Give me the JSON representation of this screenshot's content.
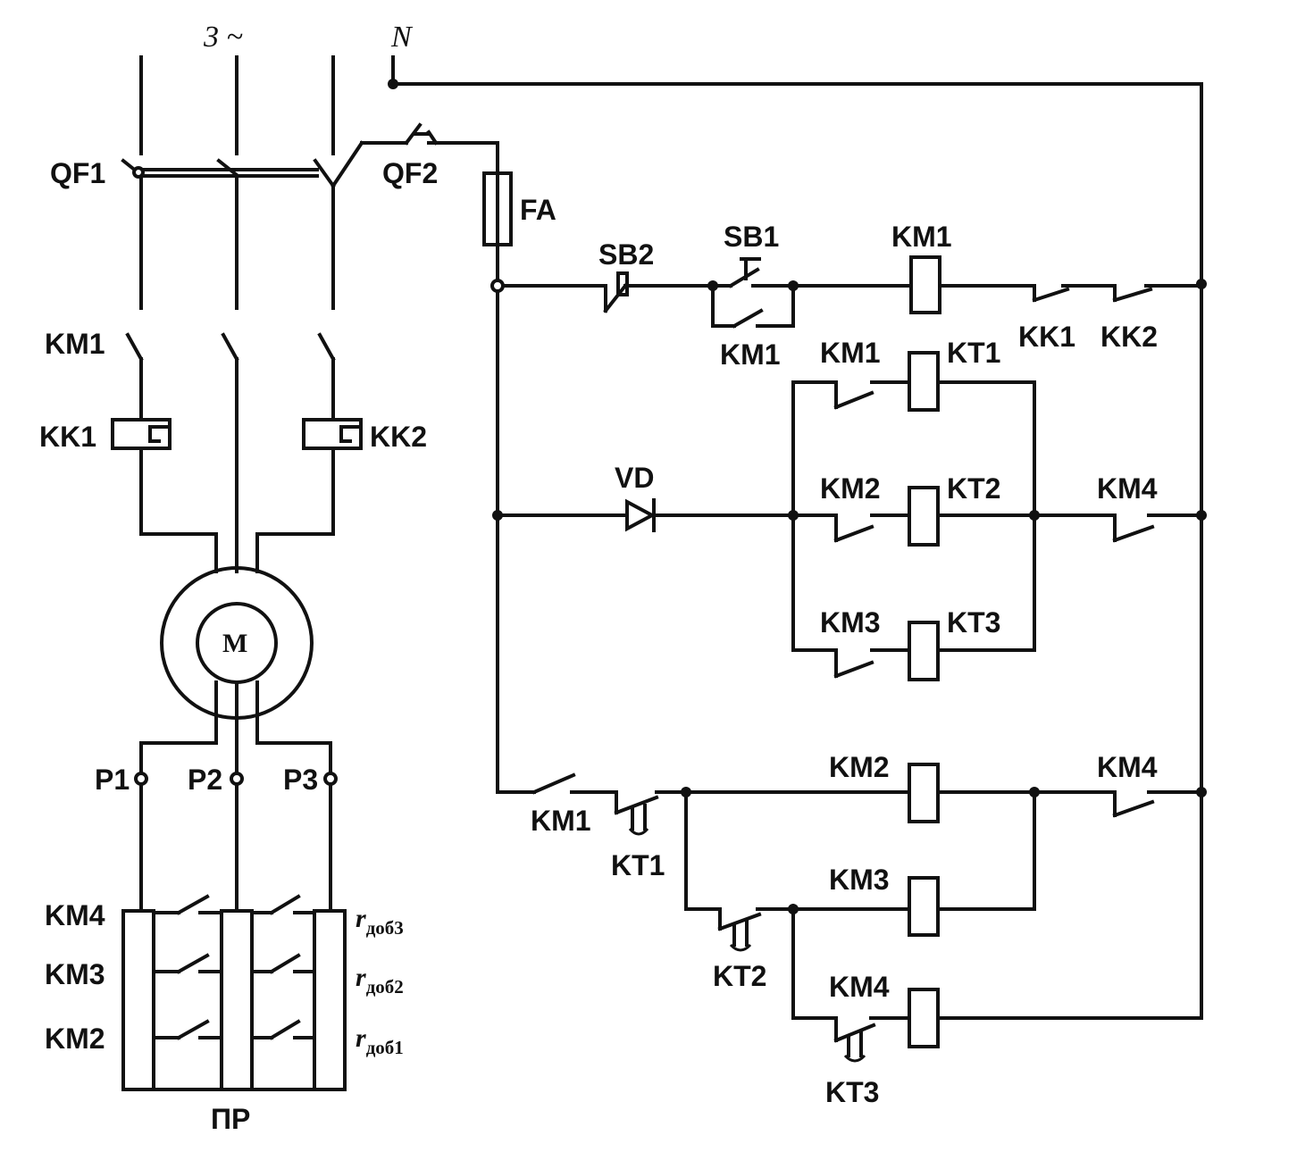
{
  "power_circuit": {
    "supply_label": "3 ~",
    "breaker_main": "QF1",
    "line_contactor": "KM1",
    "overload_left": "KK1",
    "overload_right": "KK2",
    "motor": "M",
    "rotor_terminals": [
      "P1",
      "P2",
      "P3"
    ],
    "resistor_contactors": [
      "KM4",
      "KM3",
      "KM2"
    ],
    "resistors": [
      {
        "main": "r",
        "sub": "доб3"
      },
      {
        "main": "r",
        "sub": "доб2"
      },
      {
        "main": "r",
        "sub": "доб1"
      }
    ],
    "resistor_box": "ПР"
  },
  "control_circuit": {
    "neutral": "N",
    "breaker_ctrl": "QF2",
    "fuse": "FA",
    "stop_button": "SB2",
    "start_button": "SB1",
    "coil_main": "KM1",
    "hold_contact": "KM1",
    "thermal_contacts": [
      "KK1",
      "KK2"
    ],
    "diode": "VD",
    "timer_rungs": [
      {
        "contact": "KM1",
        "coil": "KT1"
      },
      {
        "contact": "KM2",
        "coil": "KT2"
      },
      {
        "contact": "KM3",
        "coil": "KT3"
      }
    ],
    "timer_block_contact": "KM4",
    "accel_rung": {
      "contact": "KM1",
      "timer_contact": "KT1",
      "coil": "KM2",
      "block_contact": "KM4"
    },
    "accel_rung_2": {
      "timer_contact": "KT2",
      "coil": "KM3"
    },
    "accel_rung_3": {
      "timer_contact": "KT3",
      "coil": "KM4"
    }
  }
}
